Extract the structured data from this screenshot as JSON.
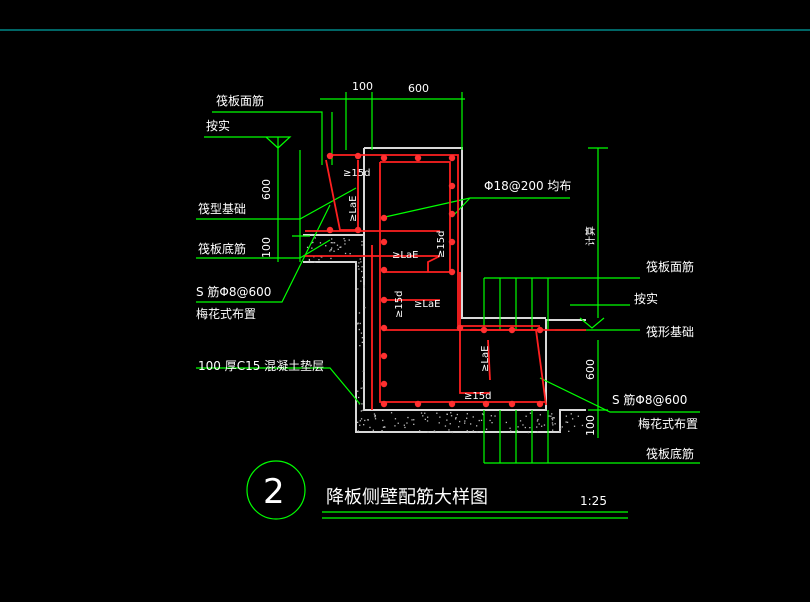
{
  "colors": {
    "background": "#000000",
    "leader": "#00ff00",
    "rebar": "#ff2020",
    "dot": "#ff3030",
    "concrete": "#d8d8d8",
    "text": "#ffffff",
    "top_line": "#00cccc"
  },
  "labels": {
    "raft_top_bar_left": "筏板面筋",
    "compact_left": "按实",
    "raft_foundation_left": "筏型基础",
    "raft_bottom_bar_left": "筏板底筋",
    "s_bar_left": "S 筋Φ8@600",
    "plum_layout_left": "梅花式布置",
    "cushion": "100  厚C15  混凝土垫层",
    "vertical_bar": "Φ18@200  均布",
    "raft_top_bar_right": "筏板面筋",
    "compact_right": "按实",
    "raft_foundation_right": "筏形基础",
    "s_bar_right": "S 筋Φ8@600",
    "plum_layout_right": "梅花式布置",
    "raft_bottom_bar_right": "筏板底筋",
    "calc": "计算"
  },
  "dimensions": {
    "d100_top": "100",
    "d600_top": "600",
    "d600_left": "600",
    "d100_left": "100",
    "d600_right": "600",
    "d100_right": "100"
  },
  "annotations": {
    "a_15d_1": "≥15d",
    "a_lae_1": "≥LaE",
    "a_lae_2": "≥LaE",
    "a_15d_2": "≥15d",
    "a_15d_3": "≥15d",
    "a_lae_3": "≥LaE",
    "a_lae_4": "≥LaE",
    "a_15d_4": "≥15d"
  },
  "title": {
    "number": "2",
    "text": "降板侧壁配筋大样图",
    "scale": "1:25"
  }
}
